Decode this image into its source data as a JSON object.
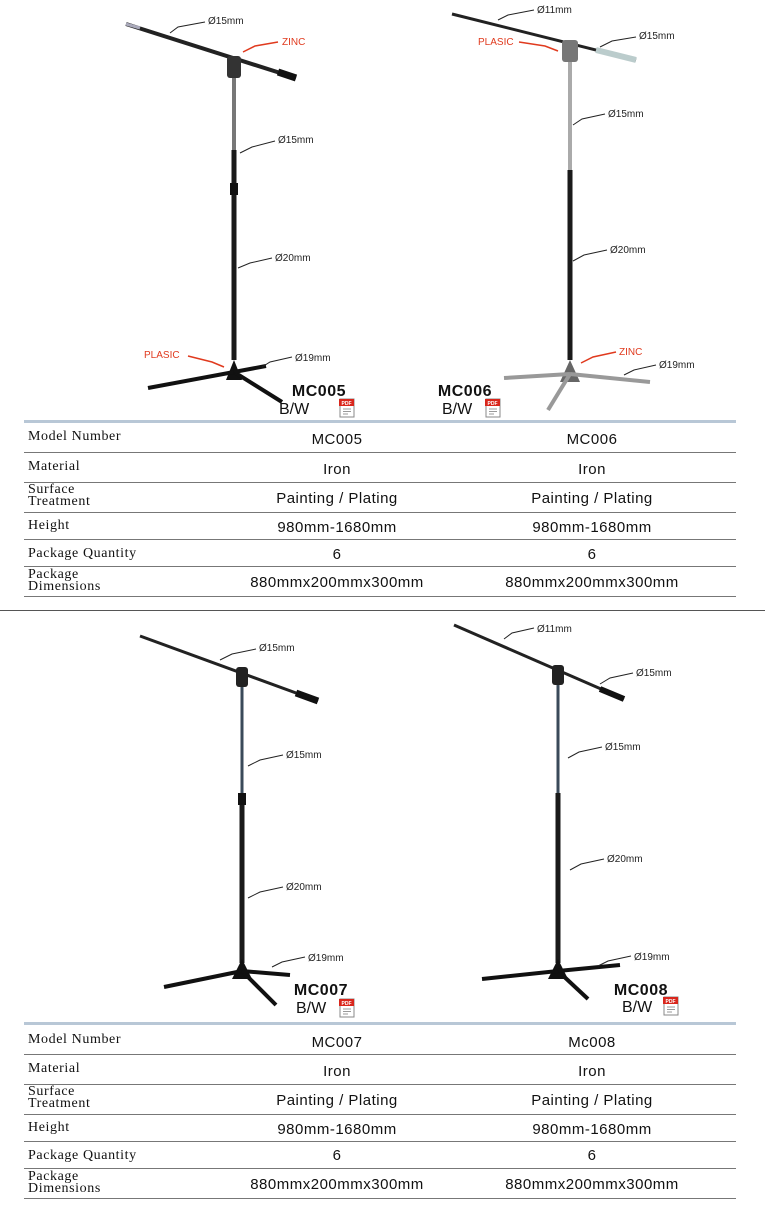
{
  "labels": {
    "plasic": "PLASIC",
    "zinc": "ZINC"
  },
  "sections": [
    {
      "products": [
        {
          "model": "MC005",
          "bw": "B/W",
          "pdf": "PDF",
          "dims": {
            "boom": "Ø15mm",
            "upper": "Ø15mm",
            "lower": "Ø20mm",
            "base": "Ø19mm"
          }
        },
        {
          "model": "MC006",
          "bw": "B/W",
          "pdf": "PDF",
          "dims": {
            "boom_tip": "Ø11mm",
            "boom": "Ø15mm",
            "upper": "Ø15mm",
            "lower": "Ø20mm",
            "base": "Ø19mm"
          }
        }
      ],
      "specs": [
        {
          "label": "Model Number",
          "values": [
            "MC005",
            "MC006"
          ]
        },
        {
          "label": "Material",
          "values": [
            "Iron",
            "Iron"
          ]
        },
        {
          "label": "Surface\nTreatment",
          "values": [
            "Painting / Plating",
            "Painting / Plating"
          ]
        },
        {
          "label": "Height",
          "values": [
            "980mm-1680mm",
            "980mm-1680mm"
          ]
        },
        {
          "label": "Package Quantity",
          "values": [
            "6",
            "6"
          ]
        },
        {
          "label": "Package\nDimensions",
          "values": [
            "880mmx200mmx300mm",
            "880mmx200mmx300mm"
          ]
        }
      ]
    },
    {
      "products": [
        {
          "model": "MC007",
          "bw": "B/W",
          "pdf": "PDF",
          "dims": {
            "boom": "Ø15mm",
            "upper": "Ø15mm",
            "lower": "Ø20mm",
            "base": "Ø19mm"
          }
        },
        {
          "model": "MC008",
          "bw": "B/W",
          "pdf": "PDF",
          "dims": {
            "boom_tip": "Ø11mm",
            "boom": "Ø15mm",
            "upper": "Ø15mm",
            "lower": "Ø20mm",
            "base": "Ø19mm"
          }
        }
      ],
      "specs": [
        {
          "label": "Model Number",
          "values": [
            "MC007",
            "Mc008"
          ]
        },
        {
          "label": "Material",
          "values": [
            "Iron",
            "Iron"
          ]
        },
        {
          "label": "Surface\nTreatment",
          "values": [
            "Painting / Plating",
            "Painting / Plating"
          ]
        },
        {
          "label": "Height",
          "values": [
            "980mm-1680mm",
            "980mm-1680mm"
          ]
        },
        {
          "label": "Package Quantity",
          "values": [
            "6",
            "6"
          ]
        },
        {
          "label": "Package\nDimensions",
          "values": [
            "880mmx200mmx300mm",
            "880mmx200mmx300mm"
          ]
        }
      ]
    }
  ]
}
